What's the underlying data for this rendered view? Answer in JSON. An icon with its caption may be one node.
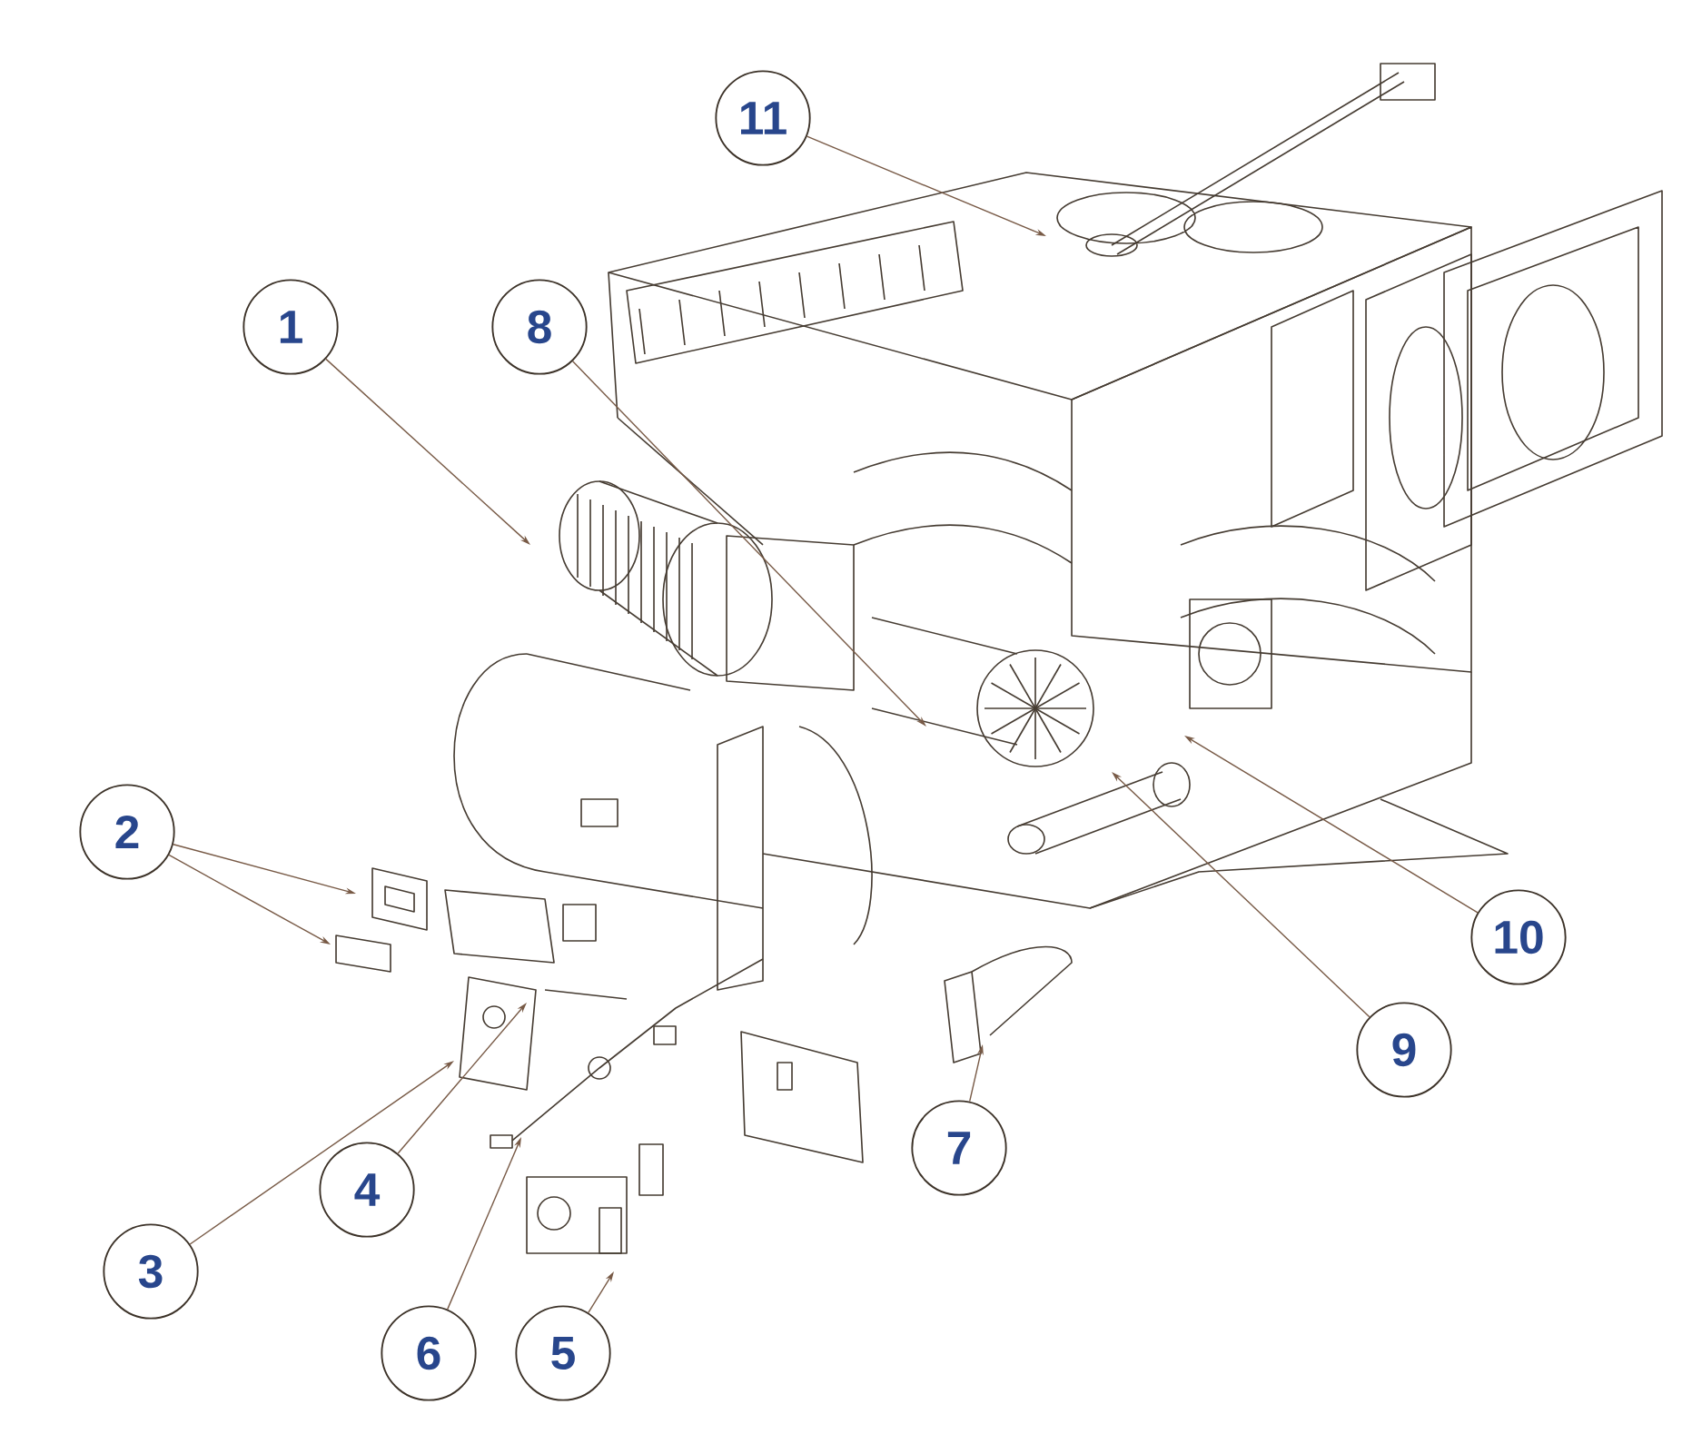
{
  "diagram": {
    "nodes": [
      {
        "text": [
          "1"
        ]
      },
      {
        "text": [
          "2"
        ]
      },
      {
        "text": [
          "3"
        ]
      },
      {
        "text": [
          "4"
        ]
      },
      {
        "text": [
          "5"
        ]
      },
      {
        "text": [
          "6"
        ]
      },
      {
        "text": [
          "7"
        ]
      },
      {
        "text": [
          "8"
        ]
      },
      {
        "text": [
          "9"
        ]
      },
      {
        "text": [
          "10"
        ]
      },
      {
        "text": [
          "11"
        ]
      }
    ],
    "edges": [
      {
        "from": 0,
        "to": null,
        "arrow": "to"
      },
      {
        "from": 1,
        "to": null,
        "arrow": "to"
      },
      {
        "from": 1,
        "to": null,
        "arrow": "to"
      },
      {
        "from": 2,
        "to": null,
        "arrow": "to"
      },
      {
        "from": 3,
        "to": null,
        "arrow": "to"
      },
      {
        "from": 4,
        "to": null,
        "arrow": "to"
      },
      {
        "from": 5,
        "to": null,
        "arrow": "to"
      },
      {
        "from": 6,
        "to": null,
        "arrow": "to"
      },
      {
        "from": 7,
        "to": null,
        "arrow": "to"
      },
      {
        "from": 8,
        "to": null,
        "arrow": "to"
      },
      {
        "from": 9,
        "to": null,
        "arrow": "to"
      },
      {
        "from": 10,
        "to": null,
        "arrow": "to"
      }
    ]
  }
}
